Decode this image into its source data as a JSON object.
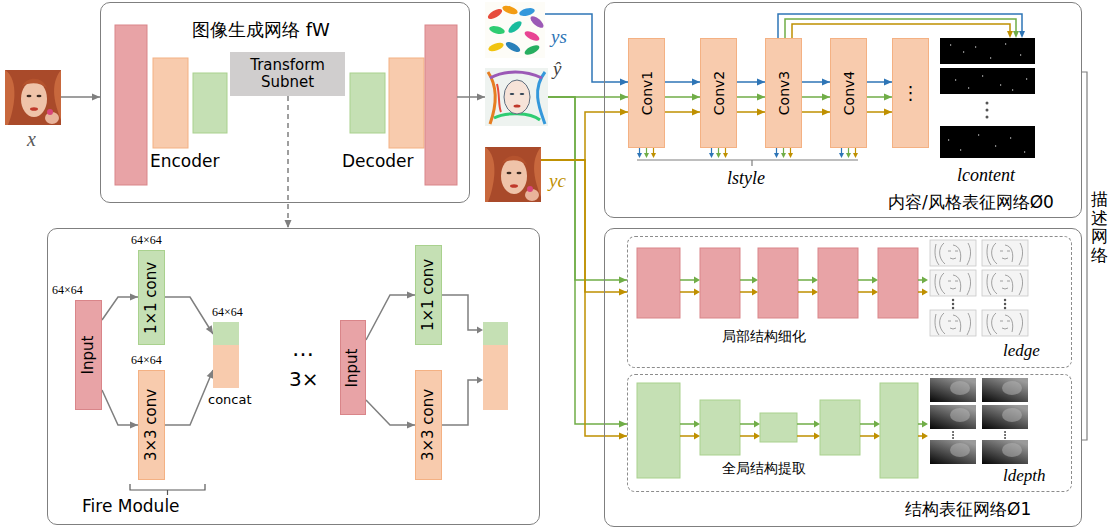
{
  "diagram": {
    "nodes": [
      {
        "text": [
          "图像生成网络 fW",
          "Encoder",
          "Decoder"
        ]
      },
      {
        "text": [
          "Transform Subnet"
        ],
        "in": 0
      },
      {
        "text": [
          "x"
        ]
      },
      {
        "text": [
          "ys"
        ]
      },
      {
        "text": [
          "ŷ"
        ]
      },
      {
        "text": [
          "yc"
        ]
      },
      {
        "text": [
          "内容/风格表征网络Ø0"
        ]
      },
      {
        "text": [
          "Conv1"
        ],
        "in": 6
      },
      {
        "text": [
          "Conv2"
        ],
        "in": 6
      },
      {
        "text": [
          "Conv3"
        ],
        "in": 6
      },
      {
        "text": [
          "Conv4"
        ],
        "in": 6
      },
      {
        "text": [
          "⋮"
        ],
        "in": 6
      },
      {
        "text": [
          "结构表征网络Ø1"
        ]
      },
      {
        "text": [
          "局部结构细化",
          "ledge"
        ],
        "in": 12
      },
      {
        "text": [
          "全局结构提取",
          "ldepth"
        ],
        "in": 12
      },
      {
        "text": [
          "…",
          "3×",
          "Fire Module"
        ]
      },
      {
        "text": [
          "64×64",
          "Input"
        ],
        "in": 15
      },
      {
        "text": [
          "64×64",
          "1×1 conv"
        ],
        "in": 15
      },
      {
        "text": [
          "64×64",
          "3×3 conv"
        ],
        "in": 15
      },
      {
        "text": [
          "64×64",
          "concat"
        ],
        "in": 15
      },
      {
        "text": [
          "Input"
        ],
        "in": 15
      },
      {
        "text": [
          "1×1 conv"
        ],
        "in": 15
      },
      {
        "text": [
          "3×3 conv"
        ],
        "in": 15
      }
    ],
    "edges": [
      {
        "from": 2,
        "to": 0,
        "arrow": "to"
      },
      {
        "from": 0,
        "to": 4,
        "arrow": "to"
      },
      {
        "from": 1,
        "to": 15,
        "arrow": "to"
      },
      {
        "from": 3,
        "to": 7,
        "arrow": "to"
      },
      {
        "from": 4,
        "to": 7,
        "arrow": "to"
      },
      {
        "from": 5,
        "to": 7,
        "arrow": "to"
      },
      {
        "from": 4,
        "to": 13,
        "arrow": "to"
      },
      {
        "from": 5,
        "to": 13,
        "arrow": "to"
      },
      {
        "from": 4,
        "to": 14,
        "arrow": "to"
      },
      {
        "from": 5,
        "to": 14,
        "arrow": "to"
      },
      {
        "from": 7,
        "to": 8,
        "arrow": "to"
      },
      {
        "from": 8,
        "to": 9,
        "arrow": "to"
      },
      {
        "from": 9,
        "to": 10,
        "arrow": "to"
      },
      {
        "from": 10,
        "to": 11,
        "arrow": "to"
      },
      {
        "from": 16,
        "to": 17,
        "arrow": "to"
      },
      {
        "from": 16,
        "to": 18,
        "arrow": "to"
      },
      {
        "from": 17,
        "to": 19,
        "arrow": "to"
      },
      {
        "from": 18,
        "to": 19,
        "arrow": "to"
      },
      {
        "from": 20,
        "to": 21,
        "arrow": "to"
      },
      {
        "from": 20,
        "to": 22,
        "arrow": "to"
      }
    ],
    "labels": [
      "lstyle",
      "lcontent",
      "描述网络"
    ]
  }
}
